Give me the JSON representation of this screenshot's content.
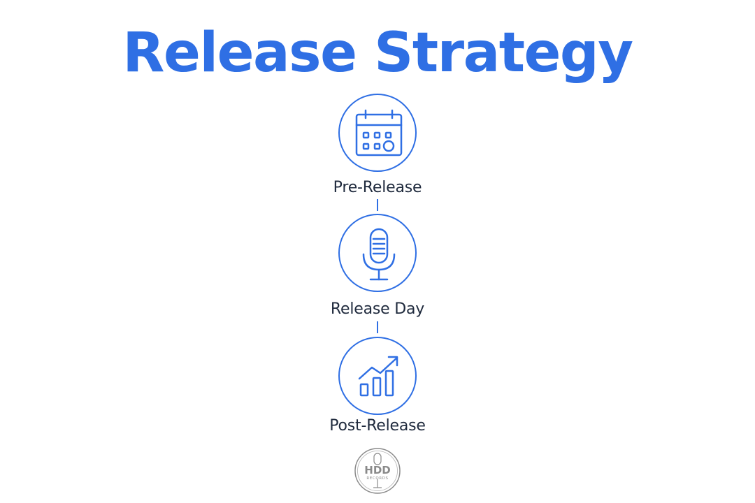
{
  "title": "Release Strategy",
  "stages": [
    {
      "label": "Pre-Release",
      "icon": "calendar-icon"
    },
    {
      "label": "Release Day",
      "icon": "microphone-icon"
    },
    {
      "label": "Post-Release",
      "icon": "growth-chart-icon"
    }
  ],
  "logo": {
    "text_main": "HDD",
    "text_sub": "RECORDS"
  },
  "colors": {
    "accent": "#2f6fe4",
    "label": "#1f2a3d",
    "logo": "#8a8a8a"
  }
}
